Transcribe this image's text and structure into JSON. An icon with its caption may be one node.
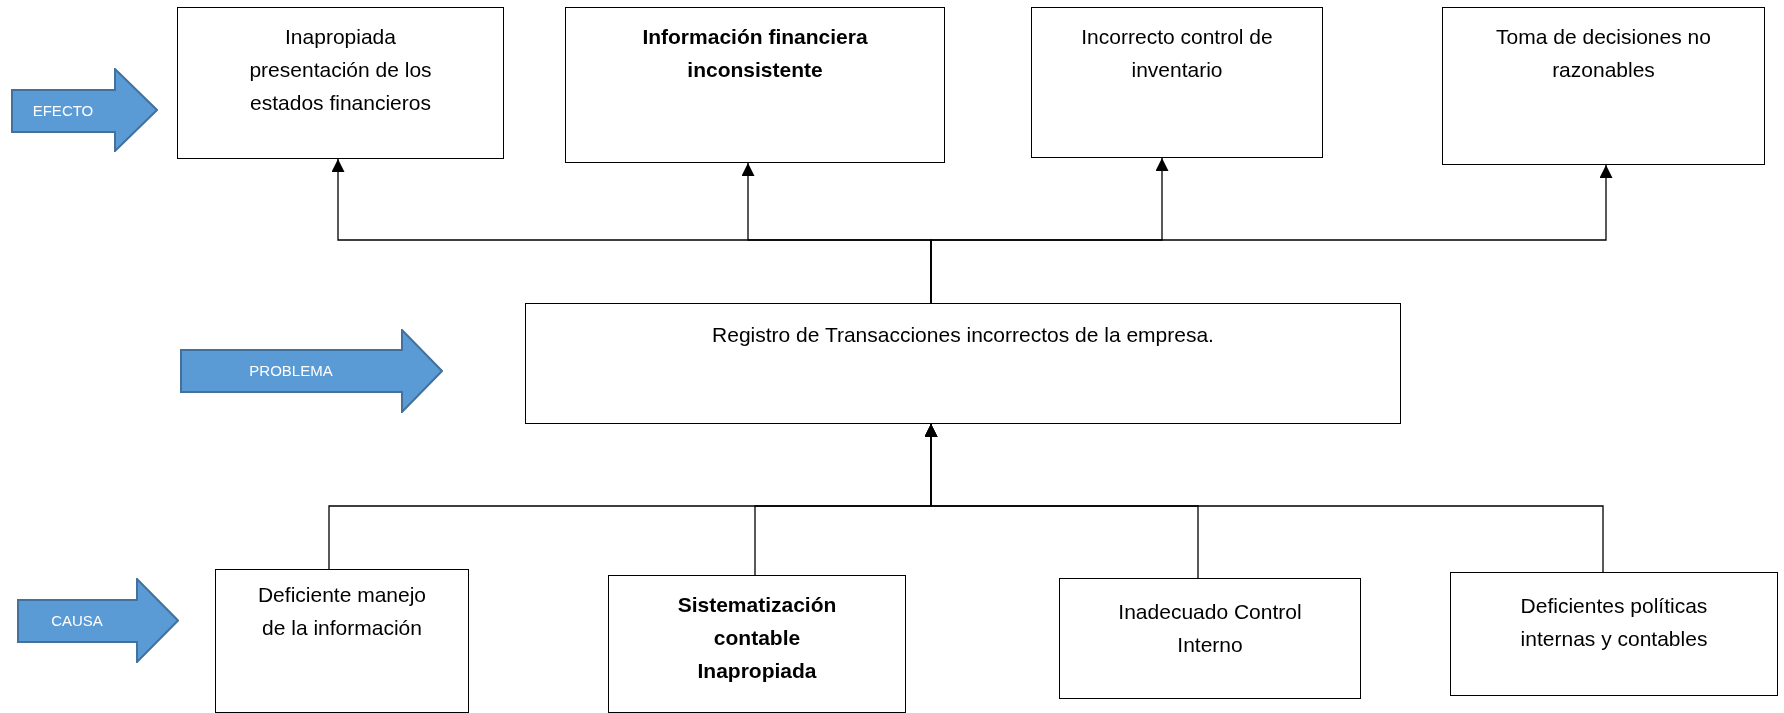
{
  "diagram": {
    "nodes": [
      {
        "text": [
          "EFECTO"
        ]
      },
      {
        "text": [
          "Inapropiada presentación de los estados financieros"
        ]
      },
      {
        "text": [
          "Información financiera inconsistente"
        ]
      },
      {
        "text": [
          "Incorrecto control de inventario"
        ]
      },
      {
        "text": [
          "Toma de decisiones no razonables"
        ]
      },
      {
        "text": [
          "PROBLEMA"
        ]
      },
      {
        "text": [
          "Registro de Transacciones incorrectos de la empresa."
        ]
      },
      {
        "text": [
          "CAUSA"
        ]
      },
      {
        "text": [
          "Deficiente manejo de la información"
        ]
      },
      {
        "text": [
          "Sistematización contable Inapropiada"
        ]
      },
      {
        "text": [
          "Inadecuado Control Interno"
        ]
      },
      {
        "text": [
          "Deficientes políticas internas y contables"
        ]
      }
    ],
    "edges": [
      {
        "from": 8,
        "to": 6,
        "arrow": "to"
      },
      {
        "from": 9,
        "to": 6,
        "arrow": "to"
      },
      {
        "from": 10,
        "to": 6,
        "arrow": "to"
      },
      {
        "from": 11,
        "to": 6,
        "arrow": "to"
      },
      {
        "from": 6,
        "to": 1,
        "arrow": "to"
      },
      {
        "from": 6,
        "to": 2,
        "arrow": "to"
      },
      {
        "from": 6,
        "to": 3,
        "arrow": "to"
      },
      {
        "from": 6,
        "to": 4,
        "arrow": "to"
      }
    ]
  }
}
